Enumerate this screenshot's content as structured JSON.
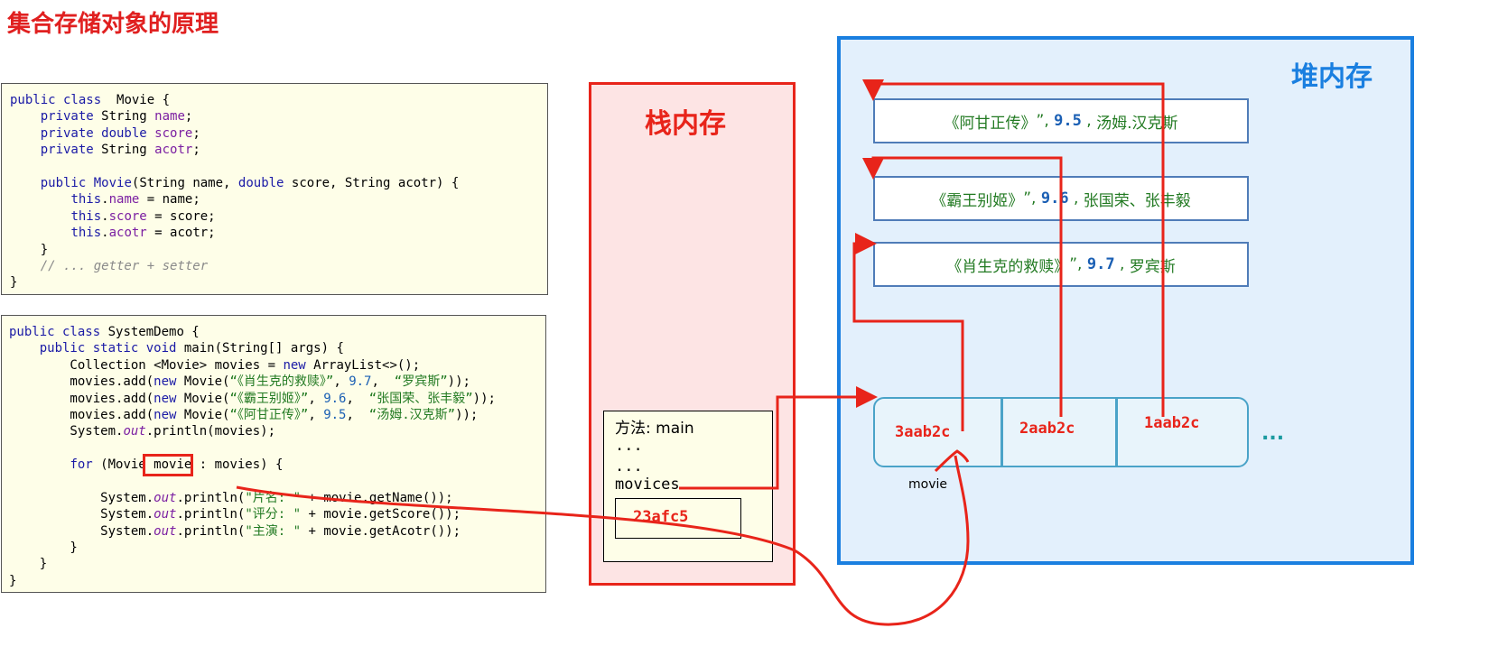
{
  "title": "集合存储对象的原理",
  "code1": [
    [
      [
        "kw",
        "public class"
      ],
      [
        "",
        "  Movie {"
      ]
    ],
    [
      [
        "",
        "    "
      ],
      [
        "kw",
        "private"
      ],
      [
        "",
        " String "
      ],
      [
        "fld",
        "name"
      ],
      [
        "",
        ";"
      ]
    ],
    [
      [
        "",
        "    "
      ],
      [
        "kw",
        "private double"
      ],
      [
        "",
        " "
      ],
      [
        "fld",
        "score"
      ],
      [
        "",
        ";"
      ]
    ],
    [
      [
        "",
        "    "
      ],
      [
        "kw",
        "private"
      ],
      [
        "",
        " String "
      ],
      [
        "fld",
        "acotr"
      ],
      [
        "",
        ";"
      ]
    ],
    [
      [
        "",
        ""
      ]
    ],
    [
      [
        "",
        "    "
      ],
      [
        "kw",
        "public"
      ],
      [
        "",
        " "
      ],
      [
        "kw",
        "Movie"
      ],
      [
        "",
        "(String name, "
      ],
      [
        "kw",
        "double"
      ],
      [
        "",
        " score, String acotr) {"
      ]
    ],
    [
      [
        "",
        "        "
      ],
      [
        "kw",
        "this"
      ],
      [
        "",
        "."
      ],
      [
        "fld",
        "name"
      ],
      [
        "",
        " = name;"
      ]
    ],
    [
      [
        "",
        "        "
      ],
      [
        "kw",
        "this"
      ],
      [
        "",
        "."
      ],
      [
        "fld",
        "score"
      ],
      [
        "",
        " = score;"
      ]
    ],
    [
      [
        "",
        "        "
      ],
      [
        "kw",
        "this"
      ],
      [
        "",
        "."
      ],
      [
        "fld",
        "acotr"
      ],
      [
        "",
        " = acotr;"
      ]
    ],
    [
      [
        "",
        "    }"
      ]
    ],
    [
      [
        "",
        "    "
      ],
      [
        "cm",
        "// ... getter + setter"
      ]
    ],
    [
      [
        "",
        "}"
      ]
    ]
  ],
  "code2": [
    [
      [
        "kw",
        "public class"
      ],
      [
        "",
        " SystemDemo {"
      ]
    ],
    [
      [
        "",
        "    "
      ],
      [
        "kw",
        "public static void"
      ],
      [
        "",
        " main(String[] args) {"
      ]
    ],
    [
      [
        "",
        "        Collection <Movie> movies = "
      ],
      [
        "kw",
        "new"
      ],
      [
        "",
        " ArrayList<>();"
      ]
    ],
    [
      [
        "",
        "        movies.add("
      ],
      [
        "kw",
        "new"
      ],
      [
        "",
        " Movie("
      ],
      [
        "str",
        "“《肖生克的救赎》”"
      ],
      [
        "",
        ", "
      ],
      [
        "num",
        "9.7"
      ],
      [
        "",
        ",  "
      ],
      [
        "str",
        "“罗宾斯”"
      ],
      [
        "",
        "));"
      ]
    ],
    [
      [
        "",
        "        movies.add("
      ],
      [
        "kw",
        "new"
      ],
      [
        "",
        " Movie("
      ],
      [
        "str",
        "“《霸王别姬》”"
      ],
      [
        "",
        ", "
      ],
      [
        "num",
        "9.6"
      ],
      [
        "",
        ",  "
      ],
      [
        "str",
        "“张国荣、张丰毅”"
      ],
      [
        "",
        "));"
      ]
    ],
    [
      [
        "",
        "        movies.add("
      ],
      [
        "kw",
        "new"
      ],
      [
        "",
        " Movie("
      ],
      [
        "str",
        "“《阿甘正传》”"
      ],
      [
        "",
        ", "
      ],
      [
        "num",
        "9.5"
      ],
      [
        "",
        ",  "
      ],
      [
        "str",
        "“汤姆.汉克斯”"
      ],
      [
        "",
        "));"
      ]
    ],
    [
      [
        "",
        "        System."
      ],
      [
        "it",
        "out"
      ],
      [
        "",
        ".println(movies);"
      ]
    ],
    [
      [
        "",
        ""
      ]
    ],
    [
      [
        "",
        "        "
      ],
      [
        "kw",
        "for"
      ],
      [
        "",
        " (Movie movie : movies) {"
      ]
    ],
    [
      [
        "",
        ""
      ]
    ],
    [
      [
        "",
        "            System."
      ],
      [
        "it",
        "out"
      ],
      [
        "",
        ".println("
      ],
      [
        "str",
        "\"片名: \""
      ],
      [
        "",
        " + movie.getName());"
      ]
    ],
    [
      [
        "",
        "            System."
      ],
      [
        "it",
        "out"
      ],
      [
        "",
        ".println("
      ],
      [
        "str",
        "\"评分: \""
      ],
      [
        "",
        " + movie.getScore());"
      ]
    ],
    [
      [
        "",
        "            System."
      ],
      [
        "it",
        "out"
      ],
      [
        "",
        ".println("
      ],
      [
        "str",
        "\"主演: \""
      ],
      [
        "",
        " + movie.getAcotr());"
      ]
    ],
    [
      [
        "",
        "        }"
      ]
    ],
    [
      [
        "",
        "    }"
      ]
    ],
    [
      [
        "",
        "}"
      ]
    ]
  ],
  "stack": {
    "title": "栈内存",
    "frame_method": "方法: main",
    "dots1": "...",
    "dots2": "...",
    "var_name": "movices",
    "address": "23afc5"
  },
  "heap": {
    "title": "堆内存",
    "objects": [
      {
        "title": "《阿甘正传》",
        "score": "9.5",
        "actor": "汤姆.汉克斯"
      },
      {
        "title": "《霸王别姬》",
        "score": "9.6",
        "actor": "张国荣、张丰毅"
      },
      {
        "title": "《肖生克的救赎》",
        "score": "9.7",
        "actor": "罗宾斯"
      }
    ],
    "cells": [
      "3aab2c",
      "2aab2c",
      "1aab2c"
    ],
    "ellipsis": "...",
    "movie_label": "movie"
  },
  "colors": {
    "arrow": "#e8241a",
    "stack_border": "#e8241a",
    "heap_border": "#1a7fe0"
  }
}
